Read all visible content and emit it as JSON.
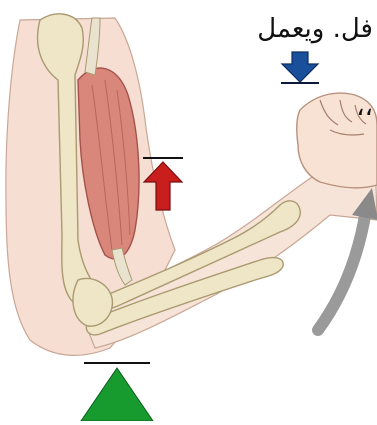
{
  "text_lines": [
    "فل. ويعمل",
    "،،"
  ],
  "indicators": {
    "load_arrow": {
      "direction": "down",
      "color": "#1a4f9c"
    },
    "effort_arrow": {
      "direction": "up",
      "color": "#c81e1e"
    },
    "fulcrum": {
      "shape": "triangle",
      "color": "#179a2e"
    },
    "motion_arrow": {
      "direction": "up",
      "color": "#8a8a8a"
    }
  }
}
